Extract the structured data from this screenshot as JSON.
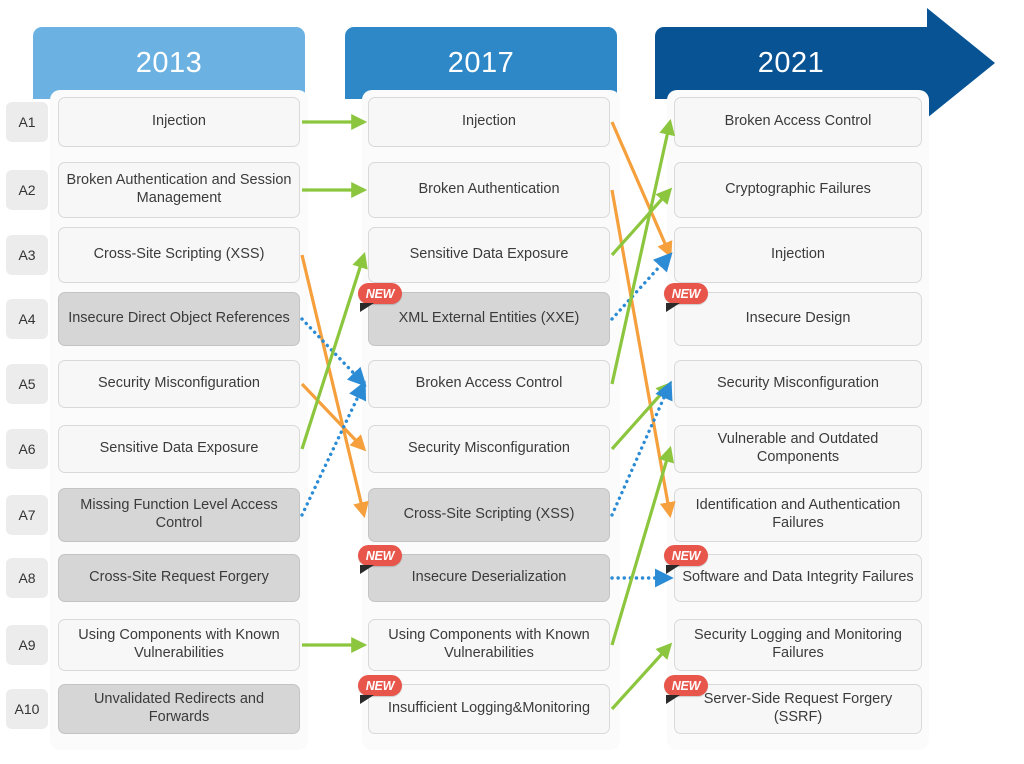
{
  "title": "OWASP Top 10 Evolution",
  "colors": {
    "year_2013": "#6bb2e2",
    "year_2017": "#2e88c8",
    "year_2021": "#075394",
    "box_light": "#f7f7f7",
    "box_shaded": "#d6d6d6",
    "link_green": "#8cc63e",
    "link_orange": "#f5a03c",
    "link_blue": "#2b8bd4",
    "badge_red": "#e8554a"
  },
  "ranks": [
    "A1",
    "A2",
    "A3",
    "A4",
    "A5",
    "A6",
    "A7",
    "A8",
    "A9",
    "A10"
  ],
  "columns": [
    {
      "year": "2013",
      "header_color": "#6bb2e2",
      "items": [
        {
          "rank": "A1",
          "label": "Injection",
          "shaded": false,
          "new": false
        },
        {
          "rank": "A2",
          "label": "Broken Authentication and Session Management",
          "shaded": false,
          "new": false
        },
        {
          "rank": "A3",
          "label": "Cross-Site Scripting (XSS)",
          "shaded": false,
          "new": false
        },
        {
          "rank": "A4",
          "label": "Insecure Direct Object References",
          "shaded": true,
          "new": false
        },
        {
          "rank": "A5",
          "label": "Security Misconfiguration",
          "shaded": false,
          "new": false
        },
        {
          "rank": "A6",
          "label": "Sensitive Data Exposure",
          "shaded": false,
          "new": false
        },
        {
          "rank": "A7",
          "label": "Missing Function Level Access Control",
          "shaded": true,
          "new": false
        },
        {
          "rank": "A8",
          "label": "Cross-Site Request Forgery",
          "shaded": true,
          "new": false
        },
        {
          "rank": "A9",
          "label": "Using Components with Known Vulnerabilities",
          "shaded": false,
          "new": false
        },
        {
          "rank": "A10",
          "label": "Unvalidated Redirects and Forwards",
          "shaded": true,
          "new": false
        }
      ]
    },
    {
      "year": "2017",
      "header_color": "#2e88c8",
      "items": [
        {
          "rank": "A1",
          "label": "Injection",
          "shaded": false,
          "new": false
        },
        {
          "rank": "A2",
          "label": "Broken Authentication",
          "shaded": false,
          "new": false
        },
        {
          "rank": "A3",
          "label": "Sensitive Data Exposure",
          "shaded": false,
          "new": false
        },
        {
          "rank": "A4",
          "label": "XML External Entities (XXE)",
          "shaded": true,
          "new": true
        },
        {
          "rank": "A5",
          "label": "Broken Access Control",
          "shaded": false,
          "new": false
        },
        {
          "rank": "A6",
          "label": "Security Misconfiguration",
          "shaded": false,
          "new": false
        },
        {
          "rank": "A7",
          "label": "Cross-Site Scripting (XSS)",
          "shaded": true,
          "new": false
        },
        {
          "rank": "A8",
          "label": "Insecure Deserialization",
          "shaded": true,
          "new": true
        },
        {
          "rank": "A9",
          "label": "Using Components with Known Vulnerabilities",
          "shaded": false,
          "new": false
        },
        {
          "rank": "A10",
          "label": "Insufficient Logging&Monitoring",
          "shaded": false,
          "new": true
        }
      ]
    },
    {
      "year": "2021",
      "header_color": "#075394",
      "items": [
        {
          "rank": "A1",
          "label": "Broken Access Control",
          "shaded": false,
          "new": false
        },
        {
          "rank": "A2",
          "label": "Cryptographic Failures",
          "shaded": false,
          "new": false
        },
        {
          "rank": "A3",
          "label": "Injection",
          "shaded": false,
          "new": false
        },
        {
          "rank": "A4",
          "label": "Insecure Design",
          "shaded": false,
          "new": true
        },
        {
          "rank": "A5",
          "label": "Security Misconfiguration",
          "shaded": false,
          "new": false
        },
        {
          "rank": "A6",
          "label": "Vulnerable and Outdated Components",
          "shaded": false,
          "new": false
        },
        {
          "rank": "A7",
          "label": "Identification and Authentication Failures",
          "shaded": false,
          "new": false
        },
        {
          "rank": "A8",
          "label": "Software and Data Integrity Failures",
          "shaded": false,
          "new": true
        },
        {
          "rank": "A9",
          "label": "Security Logging and Monitoring Failures",
          "shaded": false,
          "new": false
        },
        {
          "rank": "A10",
          "label": "Server-Side Request Forgery (SSRF)",
          "shaded": false,
          "new": true
        }
      ]
    }
  ],
  "badge_label": "NEW",
  "links": [
    {
      "from": "2013.A1",
      "to": "2017.A1",
      "style": "green"
    },
    {
      "from": "2013.A2",
      "to": "2017.A2",
      "style": "green"
    },
    {
      "from": "2013.A3",
      "to": "2017.A7",
      "style": "orange"
    },
    {
      "from": "2013.A4",
      "to": "2017.A5",
      "style": "blue-dotted"
    },
    {
      "from": "2013.A5",
      "to": "2017.A6",
      "style": "orange"
    },
    {
      "from": "2013.A6",
      "to": "2017.A3",
      "style": "green"
    },
    {
      "from": "2013.A7",
      "to": "2017.A5",
      "style": "blue-dotted"
    },
    {
      "from": "2013.A9",
      "to": "2017.A9",
      "style": "green"
    },
    {
      "from": "2017.A1",
      "to": "2021.A3",
      "style": "orange"
    },
    {
      "from": "2017.A2",
      "to": "2021.A7",
      "style": "orange"
    },
    {
      "from": "2017.A3",
      "to": "2021.A2",
      "style": "green"
    },
    {
      "from": "2017.A4",
      "to": "2021.A3",
      "style": "blue-dotted"
    },
    {
      "from": "2017.A5",
      "to": "2021.A1",
      "style": "green"
    },
    {
      "from": "2017.A6",
      "to": "2021.A5",
      "style": "green"
    },
    {
      "from": "2017.A7",
      "to": "2021.A5",
      "style": "blue-dotted"
    },
    {
      "from": "2017.A8",
      "to": "2021.A8",
      "style": "blue-dotted"
    },
    {
      "from": "2017.A9",
      "to": "2021.A6",
      "style": "green"
    },
    {
      "from": "2017.A10",
      "to": "2021.A9",
      "style": "green"
    }
  ]
}
